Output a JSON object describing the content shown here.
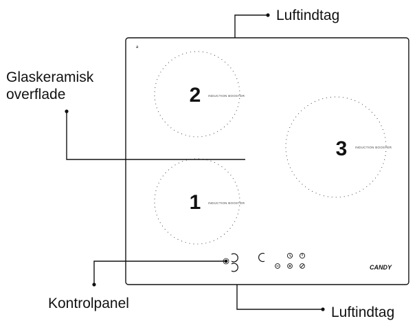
{
  "callouts": {
    "air_intake_top": "Luftindtag",
    "glass_ceramic": [
      "Glaskeramisk",
      "overflade"
    ],
    "control_panel": "Kontrolpanel",
    "air_intake_bottom": "Luftindtag"
  },
  "zones": [
    {
      "number": "2",
      "label": "INDUCTION BOOSTER"
    },
    {
      "number": "3",
      "label": "INDUCTION BOOSTER"
    },
    {
      "number": "1",
      "label": "INDUCTION BOOSTER"
    }
  ],
  "brand": "CANDY",
  "icons": {
    "panel_left": [
      "power-dot-icon",
      "touch-arc-icon",
      "touch-arc-icon"
    ],
    "controls": [
      "touch-arc-icon",
      "timer-icon",
      "power-icon",
      "minus-icon",
      "plus-icon",
      "lock-icon"
    ]
  },
  "colors": {
    "line": "#111111",
    "background": "#ffffff"
  }
}
